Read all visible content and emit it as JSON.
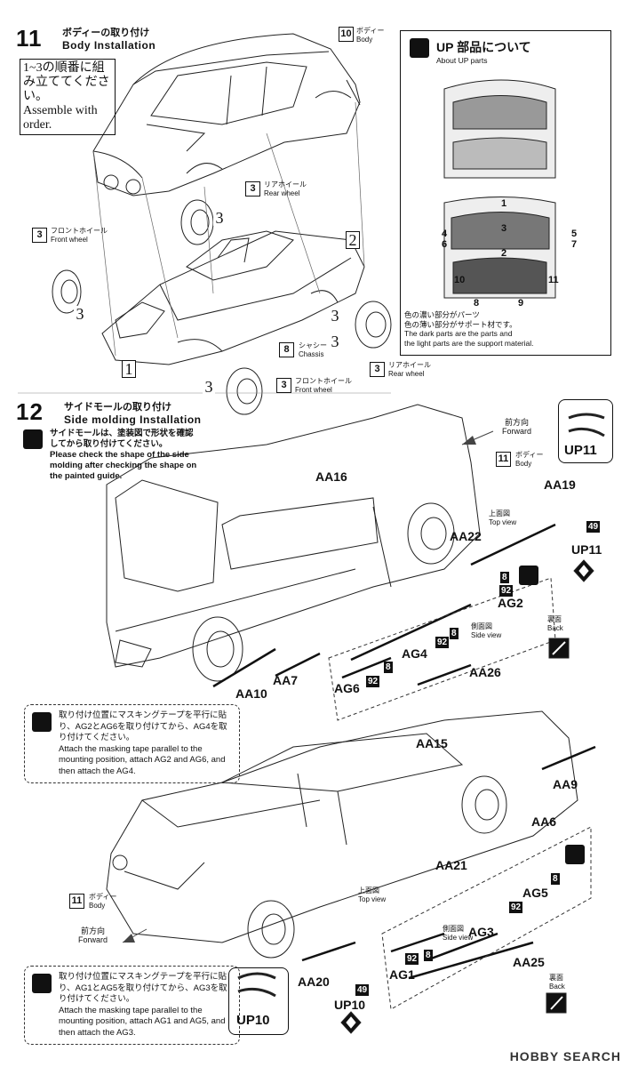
{
  "step11": {
    "number": "11",
    "title_jp": "ボディーの取り付け",
    "title_en": "Body Installation",
    "order_note_jp": "1~3の順番に組み立ててください。",
    "order_note_en": "Assemble with order.",
    "body_tag": {
      "num": "10",
      "jp": "ボディー",
      "en": "Body"
    },
    "rear_wheel_tag": {
      "num": "3",
      "jp": "リアホイール",
      "en": "Rear wheel"
    },
    "front_wheel_tag": {
      "num": "3",
      "jp": "フロントホイール",
      "en": "Front wheel"
    },
    "chassis_tag": {
      "num": "8",
      "jp": "シャシー",
      "en": "Chassis"
    },
    "rear_wheel_tag2": {
      "num": "3",
      "jp": "リアホイール",
      "en": "Rear wheel"
    },
    "front_wheel_tag2": {
      "num": "3",
      "jp": "フロントホイール",
      "en": "Front wheel"
    },
    "order_marks": [
      "1",
      "2",
      "3"
    ]
  },
  "up_parts": {
    "title_jp": "UP 部品について",
    "title_en": "About UP parts",
    "numbers": [
      "1",
      "2",
      "3",
      "4",
      "5",
      "6",
      "7",
      "8",
      "9",
      "10",
      "11"
    ],
    "desc_jp_1": "色の濃い部分がパーツ",
    "desc_jp_2": "色の薄い部分がサポート材です。",
    "desc_en_1": "The dark parts are the parts and",
    "desc_en_2": "the light parts are the support material."
  },
  "step12": {
    "number": "12",
    "title_jp": "サイドモールの取り付け",
    "title_en": "Side molding  Installation",
    "caution_jp": "サイドモールは、塗装図で形状を確認してから取り付けてください。",
    "caution_en": "Please check the shape of the side molding after checking the shape on the painted guide.",
    "forward_jp": "前方向",
    "forward_en": "Forward",
    "body_tag": {
      "num": "11",
      "jp": "ボディー",
      "en": "Body"
    },
    "top_view_jp": "上面図",
    "top_view_en": "Top view",
    "side_view_jp": "側面図",
    "side_view_en": "Side view",
    "back_jp": "裏面",
    "back_en": "Back",
    "parts_upper": [
      "AA16",
      "AA19",
      "AA22",
      "UP11",
      "AG2",
      "AG4",
      "AG6",
      "AA26",
      "AA10",
      "AA7"
    ],
    "parts_lower": [
      "AA15",
      "AA9",
      "AA6",
      "AA21",
      "AG5",
      "AG3",
      "AG1",
      "AA25",
      "AA20",
      "UP10"
    ],
    "color_nums": [
      "8",
      "92",
      "49"
    ],
    "note_upper_jp": "取り付け位置にマスキングテープを平行に貼り、AG2とAG6を取り付けてから、AG4を取り付けてください。",
    "note_upper_en": "Attach the masking tape parallel to the mounting position, attach AG2 and AG6, and then attach the AG4.",
    "note_lower_jp": "取り付け位置にマスキングテープを平行に貼り、AG1とAG5を取り付けてから、AG3を取り付けてください。",
    "note_lower_en": "Attach the masking tape parallel to the mounting position, attach AG1 and AG5, and then attach the AG3.",
    "lower_body_tag": {
      "num": "11",
      "jp": "ボディー",
      "en": "Body"
    },
    "lower_forward_jp": "前方向",
    "lower_forward_en": "Forward",
    "up11_label": "UP11",
    "up10_label": "UP10"
  },
  "watermark": "HOBBY SEARCH"
}
